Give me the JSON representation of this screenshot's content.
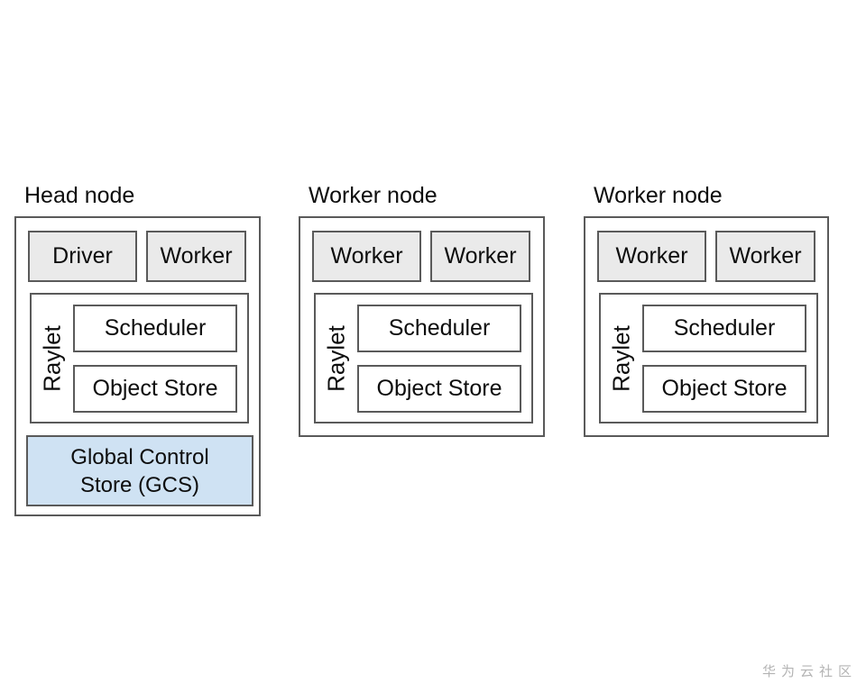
{
  "nodes": [
    {
      "title": "Head node",
      "processes": [
        "Driver",
        "Worker"
      ],
      "raylet_label": "Raylet",
      "components": [
        "Scheduler",
        "Object Store"
      ],
      "gcs_lines": [
        "Global Control",
        "Store (GCS)"
      ]
    },
    {
      "title": "Worker node",
      "processes": [
        "Worker",
        "Worker"
      ],
      "raylet_label": "Raylet",
      "components": [
        "Scheduler",
        "Object Store"
      ]
    },
    {
      "title": "Worker node",
      "processes": [
        "Worker",
        "Worker"
      ],
      "raylet_label": "Raylet",
      "components": [
        "Scheduler",
        "Object Store"
      ]
    }
  ],
  "watermark": "华为云社区",
  "colors": {
    "background": "#ffffff",
    "border": "#5a5a5a",
    "process_fill": "#eaeaea",
    "gcs_fill": "#cfe2f3",
    "text": "#0d0d0d",
    "watermark": "#b4b4b4"
  }
}
